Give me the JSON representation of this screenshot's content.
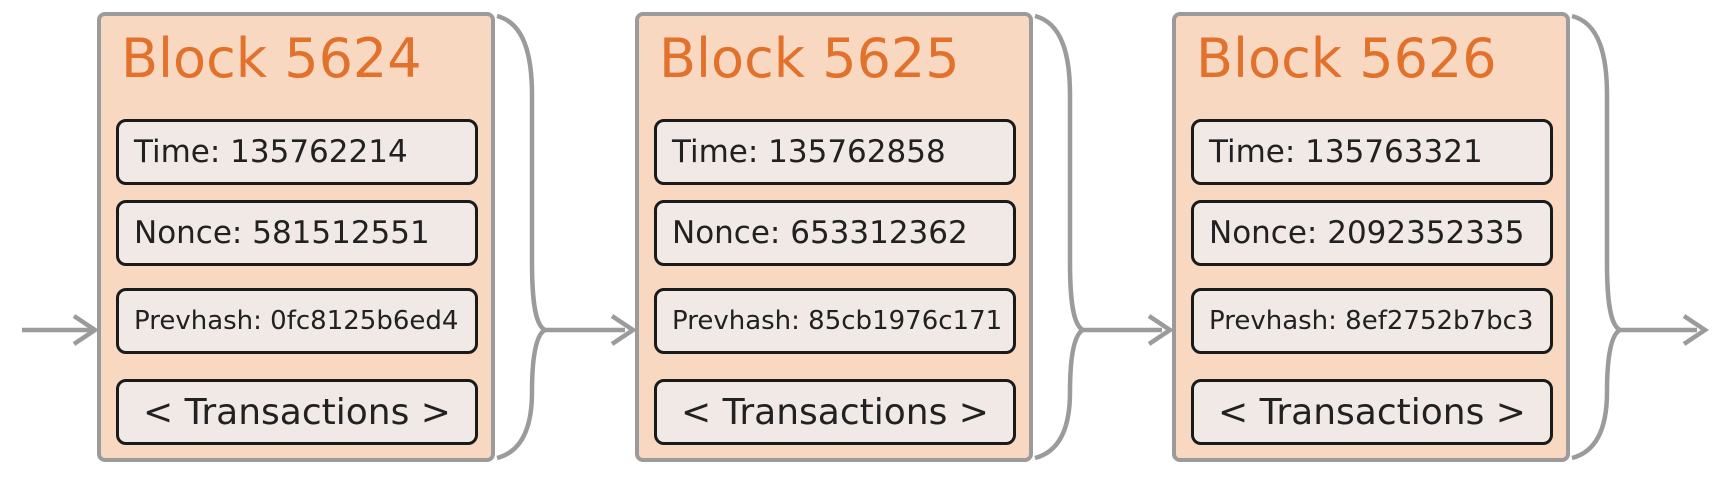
{
  "colors": {
    "background": "#ffffff",
    "block_fill": "#f9d8c2",
    "block_border": "#9b9b9b",
    "title_color": "#e2712b",
    "field_fill": "#f0e9e6",
    "field_border": "#1a1a1a",
    "text_color": "#212121",
    "arrow_color": "#9b9b9b"
  },
  "chain": {
    "blocks": [
      {
        "title": "Block 5624",
        "time": "Time: 135762214",
        "nonce": "Nonce: 581512551",
        "prevhash": "Prevhash: 0fc8125b6ed4",
        "transactions": "< Transactions >"
      },
      {
        "title": "Block 5625",
        "time": "Time: 135762858",
        "nonce": "Nonce: 653312362",
        "prevhash": "Prevhash: 85cb1976c171",
        "transactions": "< Transactions >"
      },
      {
        "title": "Block 5626",
        "time": "Time: 135763321",
        "nonce": "Nonce: 2092352335",
        "prevhash": "Prevhash: 8ef2752b7bc3",
        "transactions": "< Transactions >"
      }
    ]
  }
}
